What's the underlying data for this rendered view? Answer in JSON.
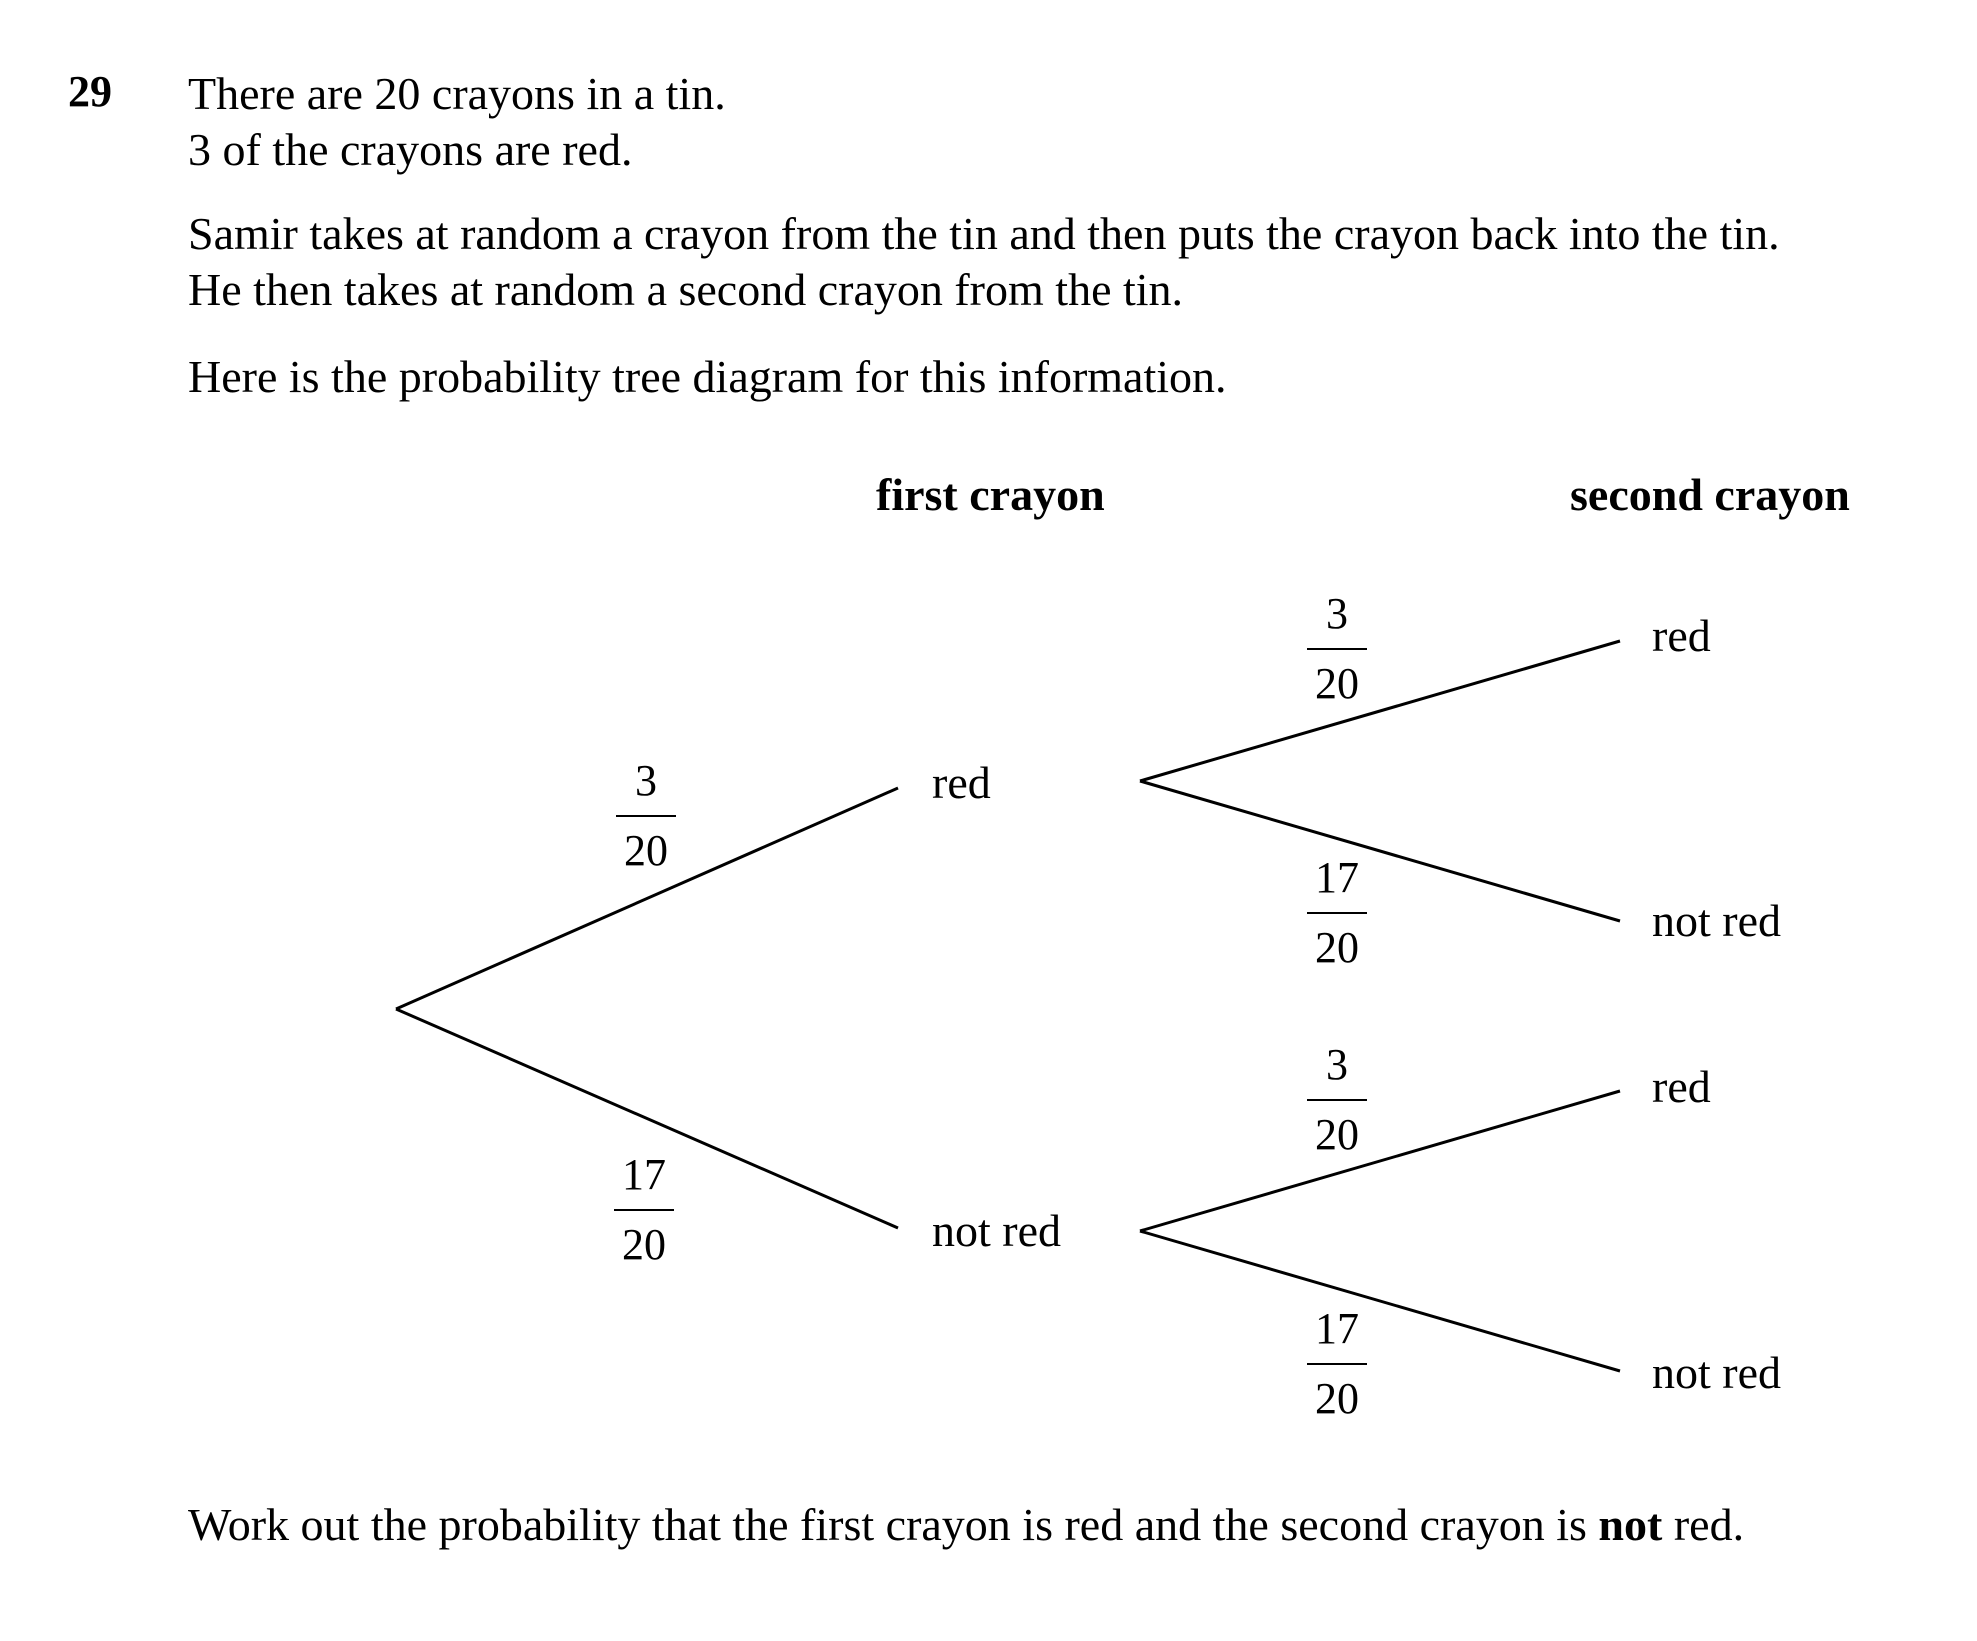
{
  "question": {
    "number": "29",
    "lines": [
      "There are 20 crayons in a tin.",
      "3 of the crayons are red.",
      "Samir takes at random a crayon from the tin and then puts the crayon back into the tin.",
      "He then takes at random a second crayon from the tin.",
      "Here is the probability tree diagram for this information."
    ],
    "task": {
      "before": "Work out the probability that the first crayon is red and the second crayon is ",
      "emphasis": "not",
      "after": " red."
    }
  },
  "tree": {
    "heading_first": "first crayon",
    "heading_second": "second crayon",
    "first": {
      "red": {
        "label": "red",
        "prob": {
          "num": "3",
          "den": "20"
        }
      },
      "not_red": {
        "label": "not red",
        "prob": {
          "num": "17",
          "den": "20"
        }
      }
    },
    "second_after_red": {
      "red": {
        "label": "red",
        "prob": {
          "num": "3",
          "den": "20"
        }
      },
      "not_red": {
        "label": "not red",
        "prob": {
          "num": "17",
          "den": "20"
        }
      }
    },
    "second_after_not_red": {
      "red": {
        "label": "red",
        "prob": {
          "num": "3",
          "den": "20"
        }
      },
      "not_red": {
        "label": "not red",
        "prob": {
          "num": "17",
          "den": "20"
        }
      }
    }
  }
}
